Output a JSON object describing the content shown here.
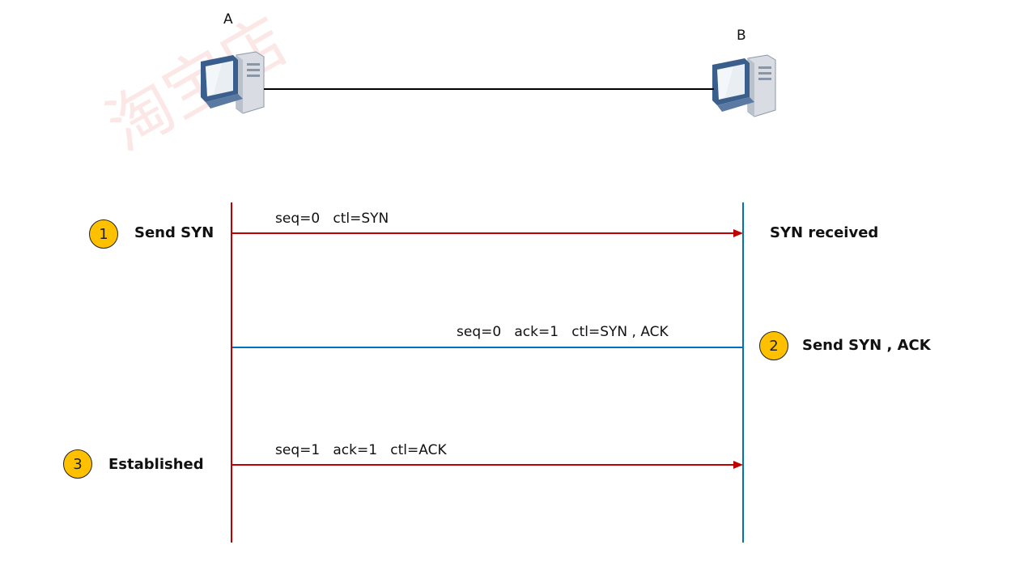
{
  "topology": {
    "host_a": "A",
    "host_b": "B",
    "host_icon": "computer-icon",
    "watermark": "淘宝店"
  },
  "colors": {
    "host_a_lifeline": "#c00000",
    "host_b_lifeline": "#0070c0",
    "badge": "#ffc000",
    "link": "#000000"
  },
  "sequence": {
    "steps": [
      {
        "number": "1",
        "label": "Send SYN"
      },
      {
        "number": "2",
        "label": "Send SYN , ACK"
      },
      {
        "number": "3",
        "label": "Established"
      }
    ],
    "states": {
      "syn_received": "SYN received"
    },
    "messages": [
      {
        "text": "seq=0   ctl=SYN",
        "direction": "A→B"
      },
      {
        "text": "seq=0   ack=1   ctl=SYN , ACK",
        "direction": "B→A"
      },
      {
        "text": "seq=1   ack=1   ctl=ACK",
        "direction": "A→B"
      }
    ]
  }
}
